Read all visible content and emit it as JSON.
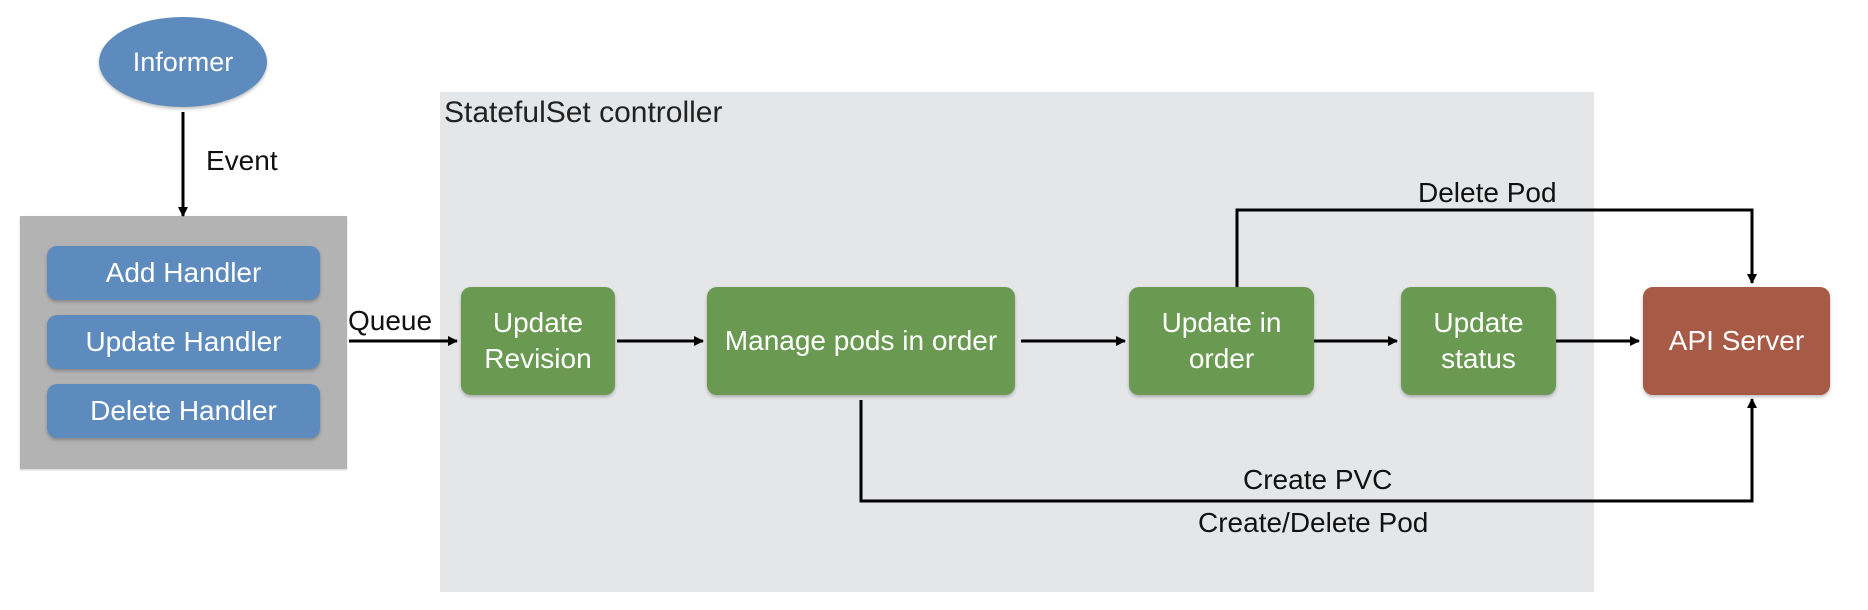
{
  "informer": {
    "label": "Informer"
  },
  "event_label": "Event",
  "handlers": [
    {
      "label": "Add Handler"
    },
    {
      "label": "Update Handler"
    },
    {
      "label": "Delete Handler"
    }
  ],
  "queue_label": "Queue",
  "controller": {
    "title": "StatefulSet controller",
    "steps": [
      {
        "label": "Update\nRevision"
      },
      {
        "label": "Manage pods in order"
      },
      {
        "label": "Update in\norder"
      },
      {
        "label": "Update\nstatus"
      }
    ]
  },
  "api_server": {
    "label": "API Server"
  },
  "edge_labels": {
    "delete_pod": "Delete Pod",
    "create_pvc": "Create PVC",
    "create_delete_pod": "Create/Delete Pod"
  },
  "colors": {
    "handler_blue": "#5e8bbd",
    "step_green": "#6a9a52",
    "api_red": "#a75a45",
    "controller_bg": "#e5e6e7",
    "handler_bg": "#b3b3b3"
  }
}
